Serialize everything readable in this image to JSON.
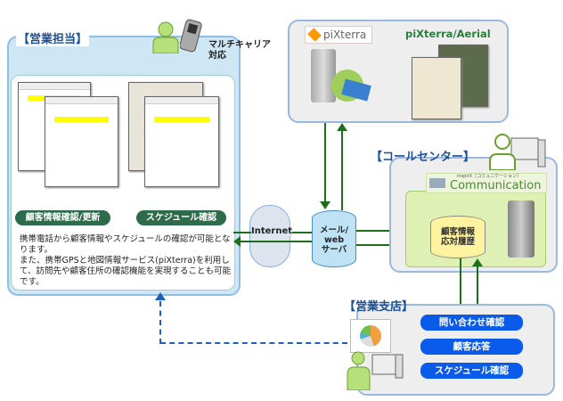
{
  "sales_rep": {
    "title": "【営業担当】",
    "multi_carrier": [
      "マルチキャリア",
      "対応"
    ],
    "buttons": [
      "顧客情報確認/更新",
      "スケジュール確認"
    ],
    "description": "携帯電話から顧客情報やスケジュールの確認が可能となります。\nまた、携帯GPSと地図情報サービス(piXterra)を利用して、訪問先や顧客住所の確認機能を実現することも可能です。"
  },
  "pixterra": {
    "logo": "piXterra",
    "aerial_label": "piXterra/Aerial"
  },
  "internet_label": "Internet",
  "server_label": [
    "メール/",
    "web",
    "サーバ"
  ],
  "call_center": {
    "title": "【コールセンター】",
    "product_logo": "Communication",
    "product_prefix": "inspirX［コミュニケーション］",
    "db_label": [
      "顧客情報",
      "応対履歴"
    ]
  },
  "branch": {
    "title": "【営業支店】",
    "buttons": [
      "問い合わせ確認",
      "顧客応答",
      "スケジュール確認"
    ]
  },
  "colors": {
    "arrow": "#1e6e1e",
    "sales_button": "#2d6b4a",
    "branch_button": "#0b5bea",
    "title": "#1a4f9a"
  }
}
